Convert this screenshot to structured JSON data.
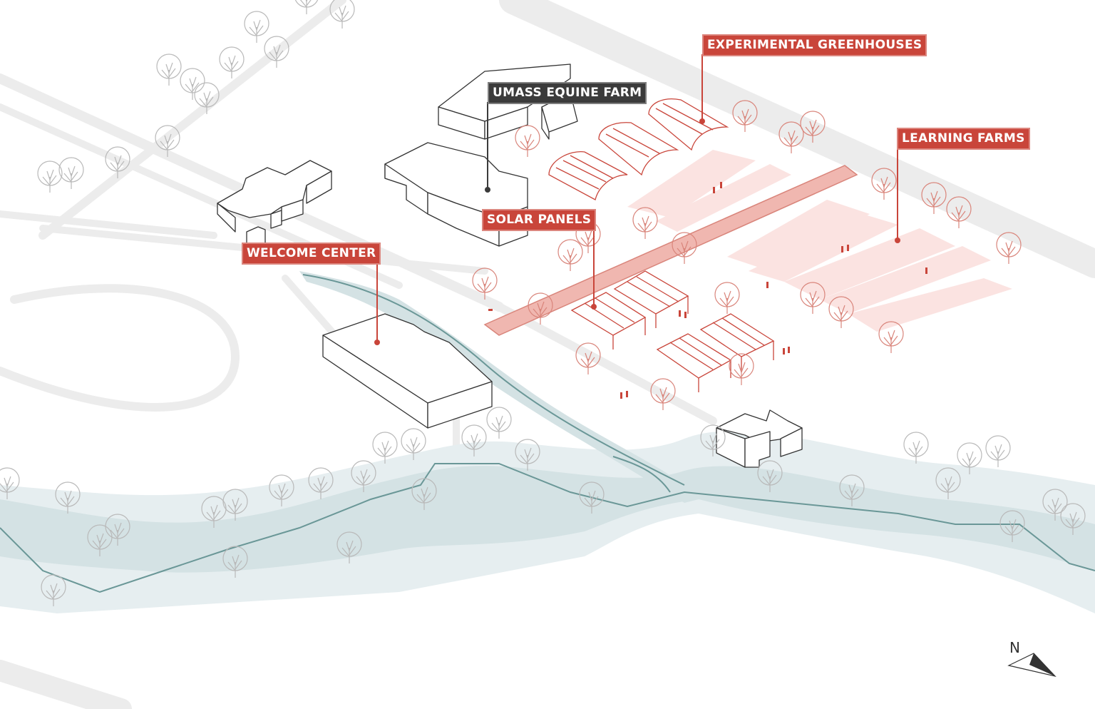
{
  "labels": {
    "greenhouses": "EXPERIMENTAL GREENHOUSES",
    "equine": "UMASS EQUINE FARM",
    "learning": "LEARNING FARMS",
    "solar": "SOLAR PANELS",
    "welcome": "WELCOME CENTER"
  },
  "compass": {
    "letter": "N"
  },
  "colors": {
    "accent": "#c9453a",
    "dark_label": "#3b3b3b",
    "river": "#5f8f8f",
    "river_band": "#dbe7e8",
    "road": "#ececec",
    "tree_gray": "#b9b9b9",
    "tree_red": "#d9857b",
    "farm_field": "#f9dedc"
  },
  "icons": {
    "compass": "north-arrow-icon"
  }
}
